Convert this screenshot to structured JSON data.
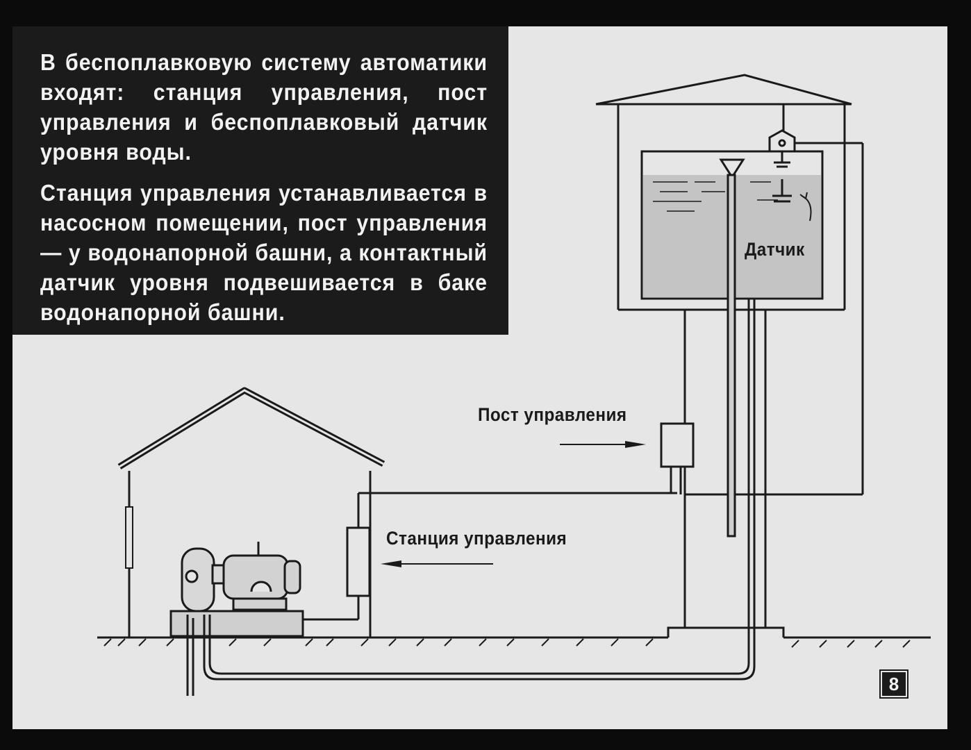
{
  "intro": {
    "paragraph_1": "В беспоплавковую систему автоматики входят: станция управления, пост управления и беспоплавковый датчик уровня воды.",
    "paragraph_2": "Станция управления устанавливается в насосном помещении, пост управления — у водонапорной башни, а контактный датчик уровня подвешивается в баке водонапорной башни."
  },
  "labels": {
    "sensor": "Датчик",
    "control_post": "Пост управления",
    "control_station": "Станция управления"
  },
  "page_number": "8",
  "colors": {
    "background": "#e6e6e6",
    "text_panel": "#1b1b1b",
    "water": "#c4c4c4",
    "lines": "#1a1a1a"
  }
}
